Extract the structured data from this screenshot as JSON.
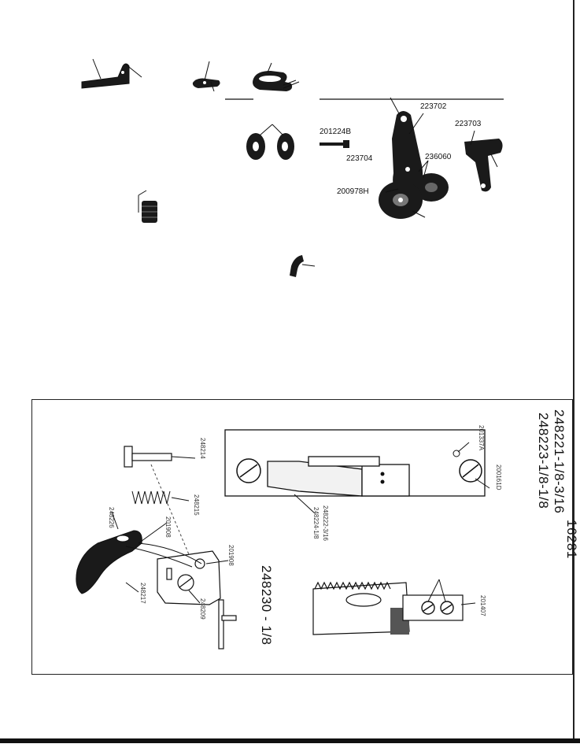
{
  "top_labels": {
    "p223702": "223702",
    "p201224b": "201224B",
    "p223703": "223703",
    "p223704": "223704",
    "p236060": "236060",
    "p200978h": "200978H"
  },
  "bottom_labels": {
    "title_line1": "248221-1/8-3/16",
    "title_line2": "248223-1/8-1/8",
    "part_248230": "248230 - 1/8",
    "page_number": "16281",
    "p201337a": "201337A",
    "p200161d": "200161D",
    "p248214": "248214",
    "p248215": "248215",
    "p248226": "248226",
    "p201908": "201908",
    "p248217": "248217",
    "p248209": "248209",
    "p201908b": "201908",
    "p201407": "201407",
    "p248222": "248222-3/16",
    "p248224": "248224-1/8"
  }
}
